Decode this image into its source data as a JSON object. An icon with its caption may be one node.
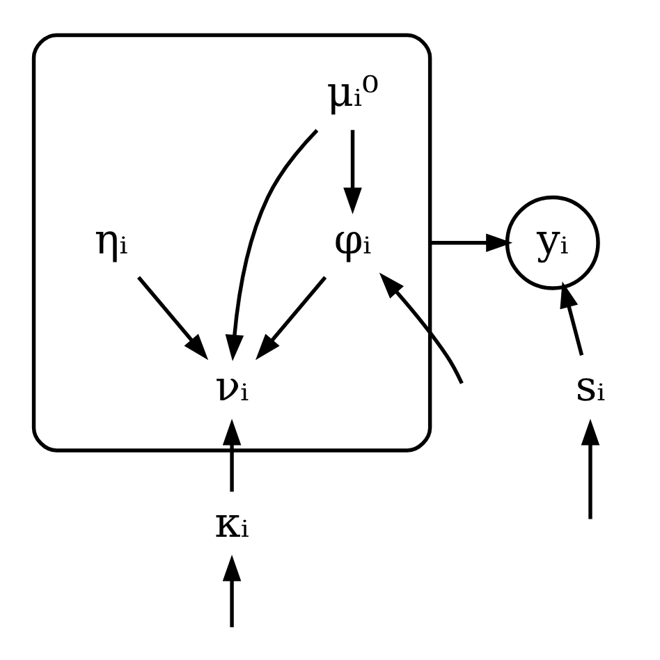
{
  "diagram": {
    "nodes": [
      {
        "text": [
          "yᵢ"
        ]
      },
      {
        "text": [],
        "shape": "box"
      },
      {
        "text": [
          "μᵢ⁰"
        ],
        "in": 1
      },
      {
        "text": [
          "ηᵢ"
        ],
        "in": 1
      },
      {
        "text": [
          "φᵢ"
        ],
        "in": 1
      },
      {
        "text": [
          "νᵢ"
        ],
        "in": 1
      },
      {
        "text": [
          "sᵢ"
        ]
      },
      {
        "text": [
          "κᵢ"
        ]
      }
    ],
    "edges": [
      {
        "from": 1,
        "to": 0,
        "arrow": "to"
      },
      {
        "from": 2,
        "to": 4,
        "arrow": "to"
      },
      {
        "from": 2,
        "to": 5,
        "arrow": "to"
      },
      {
        "from": 3,
        "to": 5,
        "arrow": "to"
      },
      {
        "from": 4,
        "to": 5,
        "arrow": "to"
      },
      {
        "from": 6,
        "to": 0,
        "arrow": "to"
      },
      {
        "from": null,
        "to": 6,
        "arrow": "to"
      },
      {
        "from": null,
        "to": 4,
        "arrow": "to"
      },
      {
        "from": 7,
        "to": 5,
        "arrow": "to"
      },
      {
        "from": null,
        "to": 7,
        "arrow": "to"
      }
    ]
  }
}
